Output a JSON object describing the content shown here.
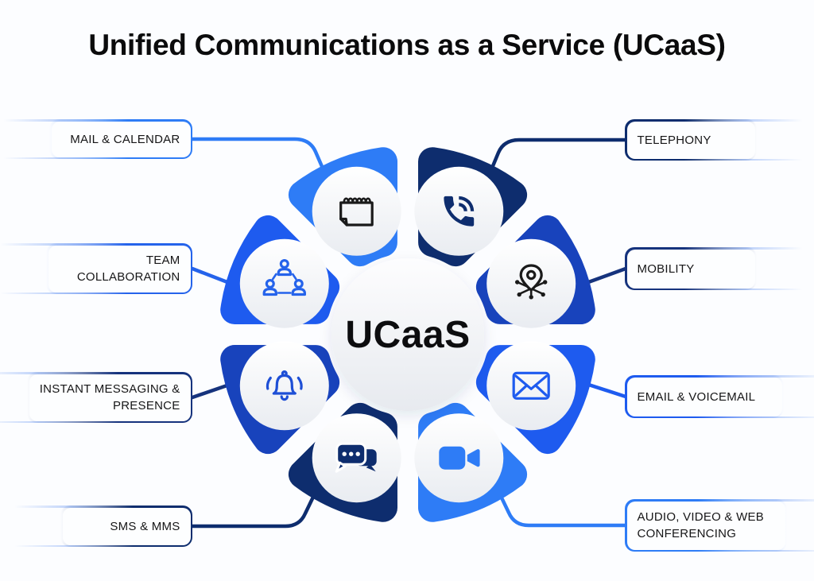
{
  "title": "Unified Communications as a Service (UCaaS)",
  "center_label": "UCaaS",
  "segments": [
    {
      "id": "telephony",
      "label": "TELEPHONY",
      "color": "#0E2D6E",
      "line_color": "#0E2D6E",
      "icon": "phone-in-talk-icon",
      "icon_color": "#0E2D6E"
    },
    {
      "id": "mobility",
      "label": "MOBILITY",
      "color": "#1843BC",
      "line_color": "#16337D",
      "icon": "location-network-icon",
      "icon_color": "#1A1A1A"
    },
    {
      "id": "email-voicemail",
      "label": "EMAIL & VOICEMAIL",
      "color": "#1E5BEF",
      "line_color": "#1E5BEF",
      "icon": "envelope-icon",
      "icon_color": "#1E5BEF"
    },
    {
      "id": "audio-video-web-conferencing",
      "label": "AUDIO, VIDEO & WEB CONFERENCING",
      "color": "#2E7CF6",
      "line_color": "#2E7CF6",
      "icon": "video-camera-icon",
      "icon_color": "#2E7CF6"
    },
    {
      "id": "sms-mms",
      "label": "SMS & MMS",
      "color": "#0E2D6E",
      "line_color": "#0E2D6E",
      "icon": "chat-bubbles-icon",
      "icon_color": "#0E2D6E"
    },
    {
      "id": "instant-messaging-presence",
      "label": "INSTANT MESSAGING & PRESENCE",
      "color": "#1843BC",
      "line_color": "#16337D",
      "icon": "bell-icon",
      "icon_color": "#1E4FD6"
    },
    {
      "id": "team-collaboration",
      "label": "TEAM COLLABORATION",
      "color": "#1E5BEF",
      "line_color": "#2563EB",
      "icon": "team-icon",
      "icon_color": "#2563EB"
    },
    {
      "id": "mail-calendar",
      "label": "MAIL & CALENDAR",
      "color": "#2E7CF6",
      "line_color": "#2E7CF6",
      "icon": "calendar-icon",
      "icon_color": "#1A1A1A"
    }
  ]
}
